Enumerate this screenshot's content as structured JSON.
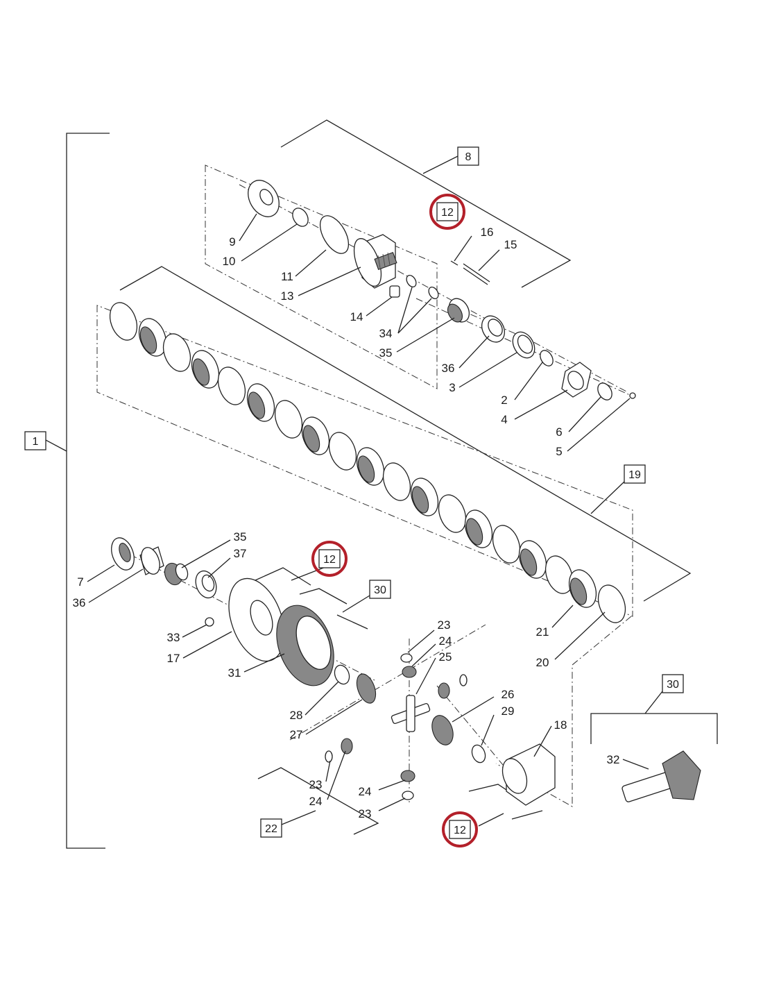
{
  "diagram": {
    "callouts": {
      "c1": "9",
      "c2": "10",
      "c3": "11",
      "c4": "13",
      "c5": "16",
      "c6": "15",
      "c7": "14",
      "c8": "34",
      "c9": "35",
      "c10": "36",
      "c11": "3",
      "c12": "2",
      "c13": "4",
      "c14": "6",
      "c15": "5",
      "c16": "7",
      "c17": "36",
      "c18": "35",
      "c19": "37",
      "c20": "33",
      "c21": "17",
      "c22": "31",
      "c23": "28",
      "c24": "27",
      "c25": "23",
      "c26": "24",
      "c27": "25",
      "c28": "26",
      "c29": "29",
      "c30": "18",
      "c31": "23",
      "c32": "24",
      "c33": "24",
      "c34": "23",
      "c35": "21",
      "c36": "20",
      "c37": "32"
    },
    "boxes": {
      "b_assembly": "1",
      "b_carrier": "8",
      "b_hub_top": "12",
      "b_clutch": "19",
      "b_hub_mid": "12",
      "b_gear_set": "30",
      "b_pinion": "30",
      "b_diff": "22",
      "b_hub_bottom": "12"
    },
    "highlight_color": "#b3202a"
  }
}
